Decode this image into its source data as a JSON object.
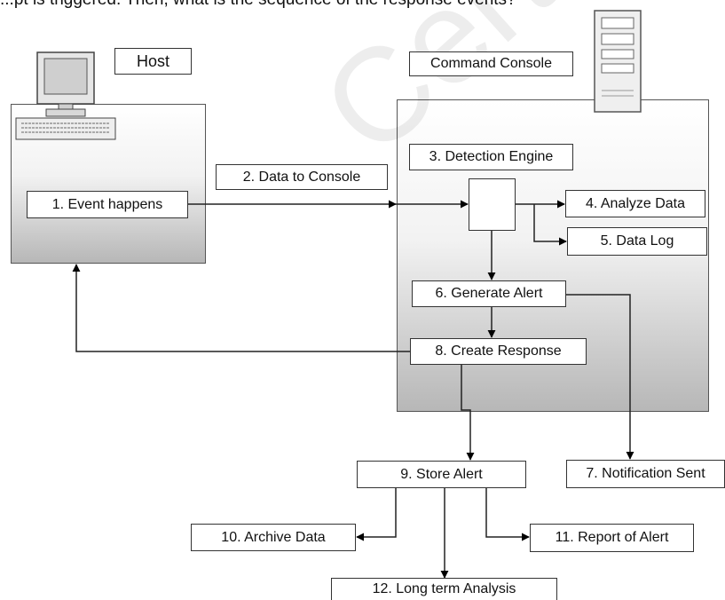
{
  "header": {
    "text": "...pt is triggered. Then, what is the sequence of the response events?"
  },
  "host": {
    "label": "Host",
    "event": "1. Event happens"
  },
  "console": {
    "label": "Command Console",
    "engine": "3. Detection Engine"
  },
  "flow": {
    "data_to_console": "2. Data to Console",
    "analyze_data": "4. Analyze Data",
    "data_log": "5. Data Log",
    "generate_alert": "6. Generate Alert",
    "notification_sent": "7. Notification Sent",
    "create_response": "8. Create Response",
    "store_alert": "9. Store Alert",
    "archive_data": "10. Archive Data",
    "report_of_alert": "11. Report of Alert",
    "long_term_analysis": "12. Long term Analysis"
  },
  "watermark": {
    "text": "CertKillers.net"
  },
  "icons": {
    "host_computer": "desktop-computer-icon",
    "console_server": "tower-server-icon"
  }
}
